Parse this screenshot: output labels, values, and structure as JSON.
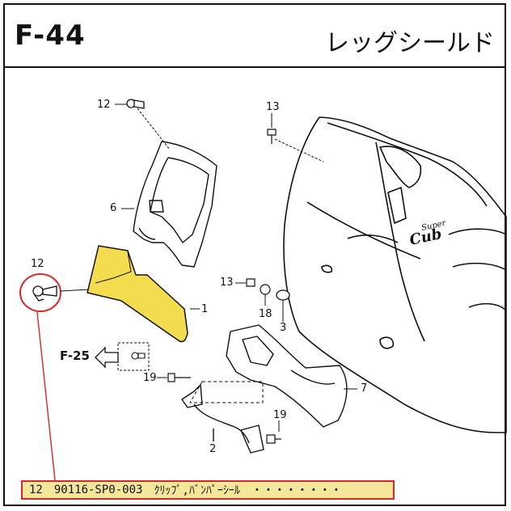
{
  "header": {
    "page_code": "F-44",
    "title": "レッグシールド"
  },
  "callouts": {
    "c12_top": "12",
    "c13_top": "13",
    "c6": "6",
    "c12_left": "12",
    "c13_mid": "13",
    "c1": "1",
    "c18": "18",
    "c3": "3",
    "c19_mid": "19",
    "c7": "7",
    "c19_low": "19",
    "c2": "2"
  },
  "reference": {
    "label": "F-25"
  },
  "emblem": {
    "line1": "Super",
    "line2": "Cub"
  },
  "highlighted_part": {
    "ref": "12",
    "part_number": "90116-SP0-003",
    "name": "ｸﾘｯﾌﾟ,ﾊﾞﾝﾊﾟｰｼｰﾙ",
    "leader": "・・・・・・・・"
  },
  "colors": {
    "highlight_fill": "#f4e79a",
    "highlight_border": "#d62828",
    "part_fill": "#f3dc4e",
    "line": "#111111"
  }
}
